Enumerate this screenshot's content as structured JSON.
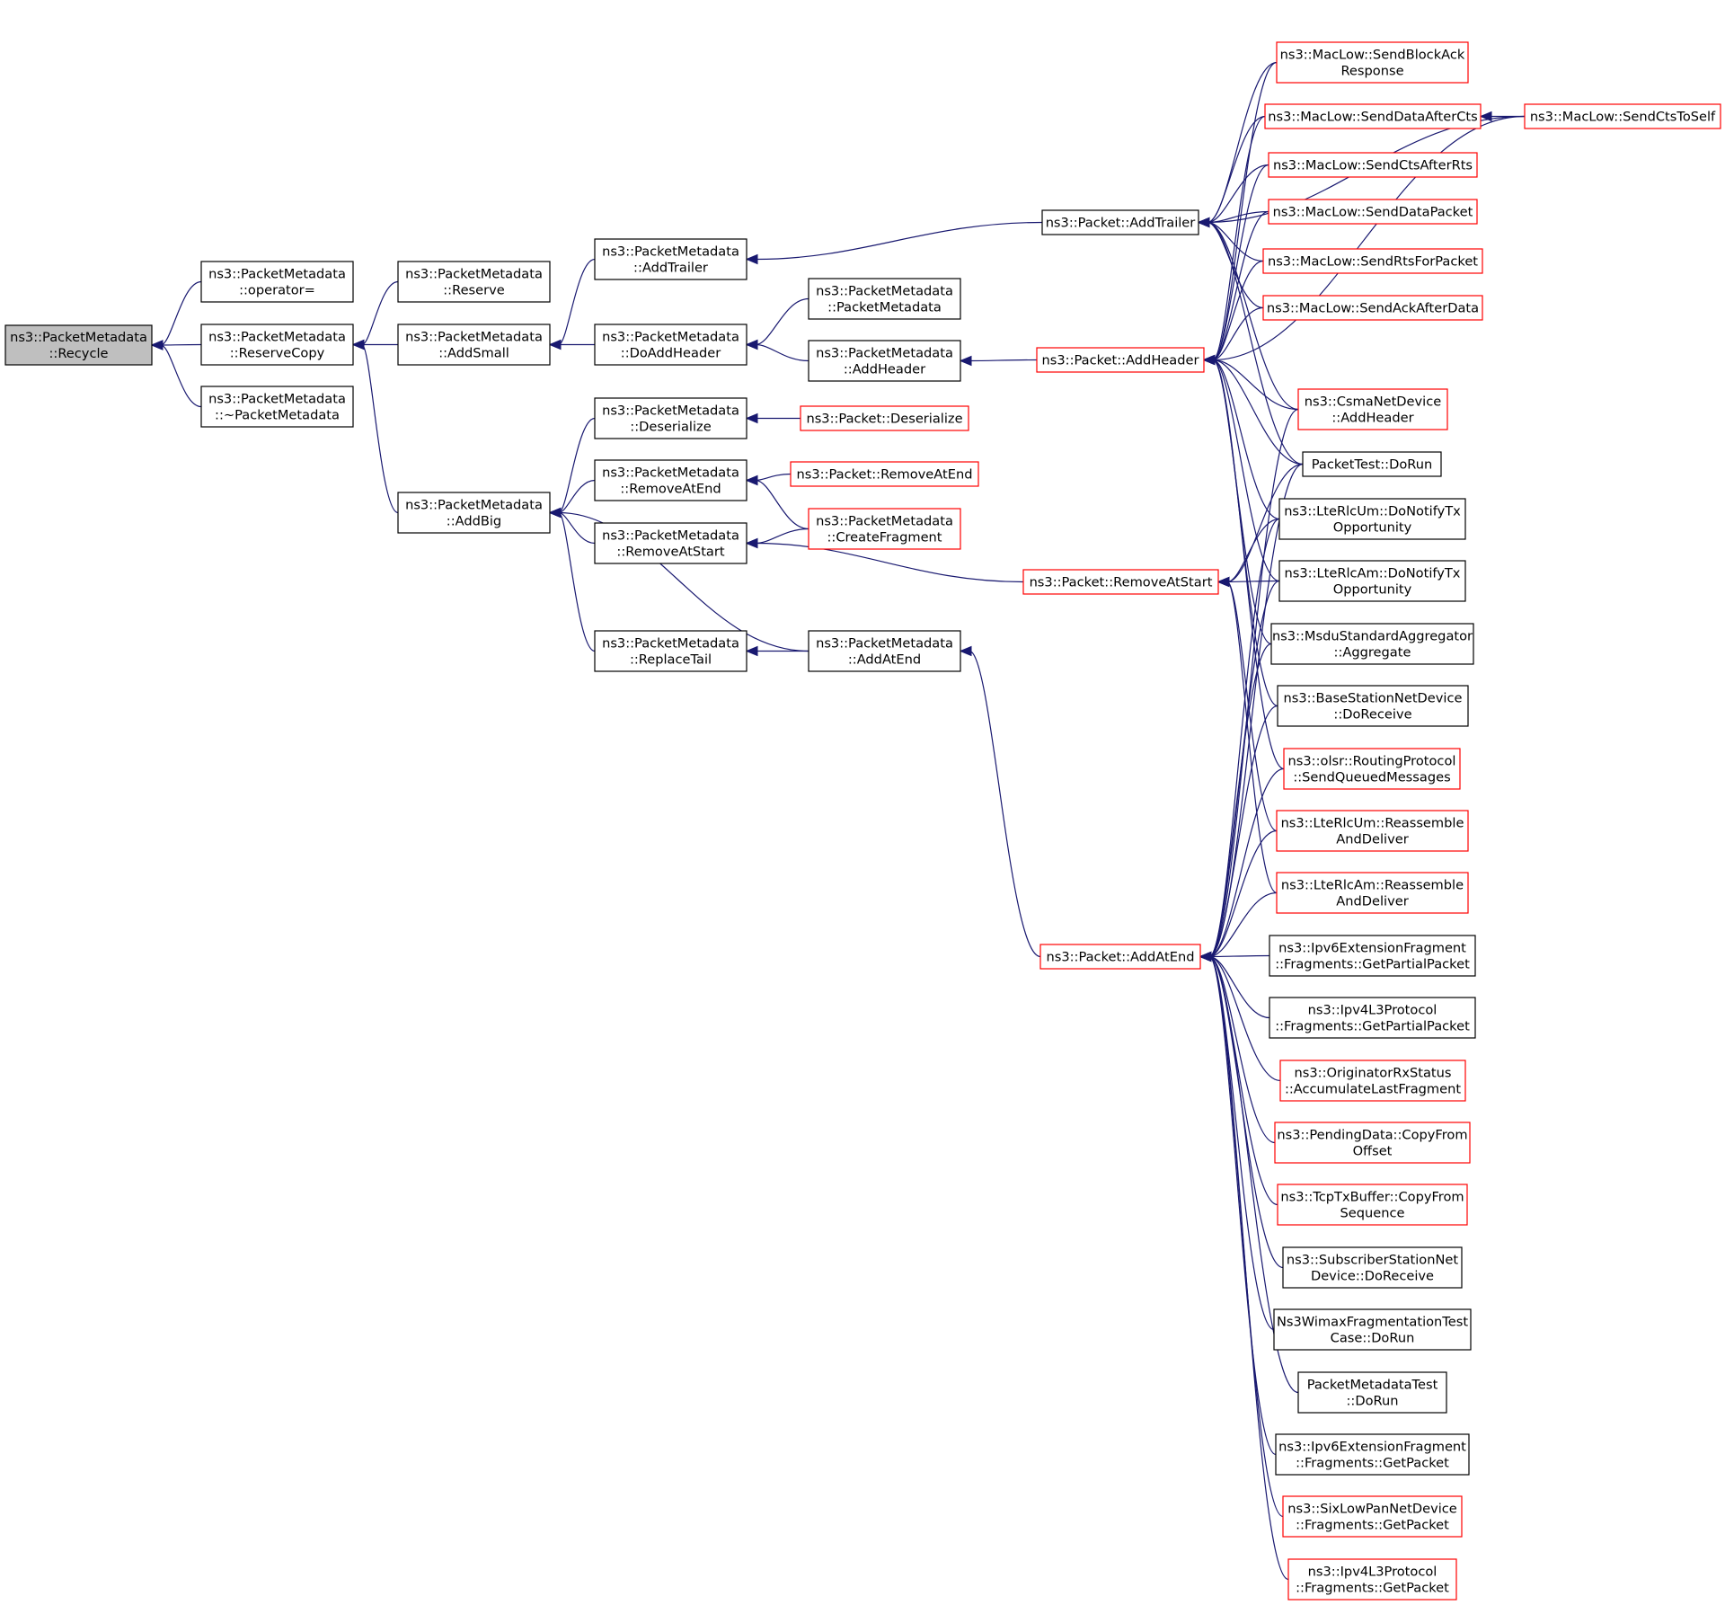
{
  "diagram": {
    "nodes": [
      {
        "id": "recycle",
        "lines": [
          "ns3::PacketMetadata",
          "::Recycle"
        ],
        "style": "root"
      },
      {
        "id": "operator_eq",
        "lines": [
          "ns3::PacketMetadata",
          "::operator="
        ],
        "style": "black"
      },
      {
        "id": "reserve_copy",
        "lines": [
          "ns3::PacketMetadata",
          "::ReserveCopy"
        ],
        "style": "black"
      },
      {
        "id": "destructor",
        "lines": [
          "ns3::PacketMetadata",
          "::~PacketMetadata"
        ],
        "style": "black"
      },
      {
        "id": "reserve",
        "lines": [
          "ns3::PacketMetadata",
          "::Reserve"
        ],
        "style": "black"
      },
      {
        "id": "add_small",
        "lines": [
          "ns3::PacketMetadata",
          "::AddSmall"
        ],
        "style": "black"
      },
      {
        "id": "add_big",
        "lines": [
          "ns3::PacketMetadata",
          "::AddBig"
        ],
        "style": "black"
      },
      {
        "id": "pm_add_trailer",
        "lines": [
          "ns3::PacketMetadata",
          "::AddTrailer"
        ],
        "style": "black"
      },
      {
        "id": "pm_do_add_header",
        "lines": [
          "ns3::PacketMetadata",
          "::DoAddHeader"
        ],
        "style": "black"
      },
      {
        "id": "pm_deserialize",
        "lines": [
          "ns3::PacketMetadata",
          "::Deserialize"
        ],
        "style": "black"
      },
      {
        "id": "pm_remove_at_end",
        "lines": [
          "ns3::PacketMetadata",
          "::RemoveAtEnd"
        ],
        "style": "black"
      },
      {
        "id": "pm_remove_at_start",
        "lines": [
          "ns3::PacketMetadata",
          "::RemoveAtStart"
        ],
        "style": "black"
      },
      {
        "id": "pm_replace_tail",
        "lines": [
          "ns3::PacketMetadata",
          "::ReplaceTail"
        ],
        "style": "black"
      },
      {
        "id": "pm_ctor",
        "lines": [
          "ns3::PacketMetadata",
          "::PacketMetadata"
        ],
        "style": "black"
      },
      {
        "id": "pm_add_header",
        "lines": [
          "ns3::PacketMetadata",
          "::AddHeader"
        ],
        "style": "black"
      },
      {
        "id": "p_deserialize",
        "lines": [
          "ns3::Packet::Deserialize"
        ],
        "style": "red"
      },
      {
        "id": "p_remove_at_end",
        "lines": [
          "ns3::Packet::RemoveAtEnd"
        ],
        "style": "red"
      },
      {
        "id": "pm_create_fragment",
        "lines": [
          "ns3::PacketMetadata",
          "::CreateFragment"
        ],
        "style": "red"
      },
      {
        "id": "pm_add_at_end",
        "lines": [
          "ns3::PacketMetadata",
          "::AddAtEnd"
        ],
        "style": "black"
      },
      {
        "id": "p_add_trailer",
        "lines": [
          "ns3::Packet::AddTrailer"
        ],
        "style": "black"
      },
      {
        "id": "p_add_header",
        "lines": [
          "ns3::Packet::AddHeader"
        ],
        "style": "red"
      },
      {
        "id": "p_remove_at_start",
        "lines": [
          "ns3::Packet::RemoveAtStart"
        ],
        "style": "red"
      },
      {
        "id": "p_add_at_end",
        "lines": [
          "ns3::Packet::AddAtEnd"
        ],
        "style": "red"
      },
      {
        "id": "mac_block_ack",
        "lines": [
          "ns3::MacLow::SendBlockAck",
          "Response"
        ],
        "style": "red"
      },
      {
        "id": "mac_data_after_cts",
        "lines": [
          "ns3::MacLow::SendDataAfterCts"
        ],
        "style": "red"
      },
      {
        "id": "mac_cts_after_rts",
        "lines": [
          "ns3::MacLow::SendCtsAfterRts"
        ],
        "style": "red"
      },
      {
        "id": "mac_data_packet",
        "lines": [
          "ns3::MacLow::SendDataPacket"
        ],
        "style": "red"
      },
      {
        "id": "mac_rts_for_packet",
        "lines": [
          "ns3::MacLow::SendRtsForPacket"
        ],
        "style": "red"
      },
      {
        "id": "mac_ack_after_data",
        "lines": [
          "ns3::MacLow::SendAckAfterData"
        ],
        "style": "red"
      },
      {
        "id": "mac_cts_to_self",
        "lines": [
          "ns3::MacLow::SendCtsToSelf"
        ],
        "style": "red"
      },
      {
        "id": "csma_add_header",
        "lines": [
          "ns3::CsmaNetDevice",
          "::AddHeader"
        ],
        "style": "red"
      },
      {
        "id": "packet_test",
        "lines": [
          "PacketTest::DoRun"
        ],
        "style": "black"
      },
      {
        "id": "lte_um_notify",
        "lines": [
          "ns3::LteRlcUm::DoNotifyTx",
          "Opportunity"
        ],
        "style": "black"
      },
      {
        "id": "lte_am_notify",
        "lines": [
          "ns3::LteRlcAm::DoNotifyTx",
          "Opportunity"
        ],
        "style": "black"
      },
      {
        "id": "msdu_aggregate",
        "lines": [
          "ns3::MsduStandardAggregator",
          "::Aggregate"
        ],
        "style": "black"
      },
      {
        "id": "bs_do_receive",
        "lines": [
          "ns3::BaseStationNetDevice",
          "::DoReceive"
        ],
        "style": "black"
      },
      {
        "id": "olsr_queued",
        "lines": [
          "ns3::olsr::RoutingProtocol",
          "::SendQueuedMessages"
        ],
        "style": "red"
      },
      {
        "id": "lte_um_reassemble",
        "lines": [
          "ns3::LteRlcUm::Reassemble",
          "AndDeliver"
        ],
        "style": "red"
      },
      {
        "id": "lte_am_reassemble",
        "lines": [
          "ns3::LteRlcAm::Reassemble",
          "AndDeliver"
        ],
        "style": "red"
      },
      {
        "id": "ipv6_partial",
        "lines": [
          "ns3::Ipv6ExtensionFragment",
          "::Fragments::GetPartialPacket"
        ],
        "style": "black"
      },
      {
        "id": "ipv4_partial",
        "lines": [
          "ns3::Ipv4L3Protocol",
          "::Fragments::GetPartialPacket"
        ],
        "style": "black"
      },
      {
        "id": "originator_rx",
        "lines": [
          "ns3::OriginatorRxStatus",
          "::AccumulateLastFragment"
        ],
        "style": "red"
      },
      {
        "id": "pending_copy",
        "lines": [
          "ns3::PendingData::CopyFrom",
          "Offset"
        ],
        "style": "red"
      },
      {
        "id": "tcp_tx_copy",
        "lines": [
          "ns3::TcpTxBuffer::CopyFrom",
          "Sequence"
        ],
        "style": "red"
      },
      {
        "id": "ss_do_receive",
        "lines": [
          "ns3::SubscriberStationNet",
          "Device::DoReceive"
        ],
        "style": "black"
      },
      {
        "id": "wimax_frag_test",
        "lines": [
          "Ns3WimaxFragmentationTest",
          "Case::DoRun"
        ],
        "style": "black"
      },
      {
        "id": "pm_test",
        "lines": [
          "PacketMetadataTest",
          "::DoRun"
        ],
        "style": "black"
      },
      {
        "id": "ipv6_get_packet",
        "lines": [
          "ns3::Ipv6ExtensionFragment",
          "::Fragments::GetPacket"
        ],
        "style": "black"
      },
      {
        "id": "sixlowpan_get",
        "lines": [
          "ns3::SixLowPanNetDevice",
          "::Fragments::GetPacket"
        ],
        "style": "red"
      },
      {
        "id": "ipv4_get_packet",
        "lines": [
          "ns3::Ipv4L3Protocol",
          "::Fragments::GetPacket"
        ],
        "style": "red"
      }
    ],
    "edges": [
      [
        "operator_eq",
        "recycle"
      ],
      [
        "reserve_copy",
        "recycle"
      ],
      [
        "destructor",
        "recycle"
      ],
      [
        "reserve",
        "reserve_copy"
      ],
      [
        "add_small",
        "reserve_copy"
      ],
      [
        "add_big",
        "reserve_copy"
      ],
      [
        "pm_add_trailer",
        "add_small"
      ],
      [
        "pm_do_add_header",
        "add_small"
      ],
      [
        "pm_deserialize",
        "add_big"
      ],
      [
        "pm_remove_at_end",
        "add_big"
      ],
      [
        "pm_remove_at_start",
        "add_big"
      ],
      [
        "pm_replace_tail",
        "add_big"
      ],
      [
        "pm_add_at_end",
        "add_big"
      ],
      [
        "pm_ctor",
        "pm_do_add_header"
      ],
      [
        "pm_add_header",
        "pm_do_add_header"
      ],
      [
        "p_deserialize",
        "pm_deserialize"
      ],
      [
        "p_remove_at_end",
        "pm_remove_at_end"
      ],
      [
        "pm_create_fragment",
        "pm_remove_at_end"
      ],
      [
        "pm_create_fragment",
        "pm_remove_at_start"
      ],
      [
        "p_remove_at_start",
        "pm_remove_at_start"
      ],
      [
        "pm_add_at_end",
        "pm_replace_tail"
      ],
      [
        "p_add_trailer",
        "pm_add_trailer"
      ],
      [
        "p_add_header",
        "pm_add_header"
      ],
      [
        "p_add_at_end",
        "pm_add_at_end"
      ],
      [
        "mac_block_ack",
        "p_add_trailer"
      ],
      [
        "mac_data_after_cts",
        "p_add_trailer"
      ],
      [
        "mac_cts_after_rts",
        "p_add_trailer"
      ],
      [
        "mac_data_packet",
        "p_add_trailer"
      ],
      [
        "mac_rts_for_packet",
        "p_add_trailer"
      ],
      [
        "mac_ack_after_data",
        "p_add_trailer"
      ],
      [
        "mac_cts_to_self",
        "p_add_trailer"
      ],
      [
        "csma_add_header",
        "p_add_trailer"
      ],
      [
        "packet_test",
        "p_add_trailer"
      ],
      [
        "mac_block_ack",
        "p_add_header"
      ],
      [
        "mac_data_after_cts",
        "p_add_header"
      ],
      [
        "mac_cts_after_rts",
        "p_add_header"
      ],
      [
        "mac_data_packet",
        "p_add_header"
      ],
      [
        "mac_rts_for_packet",
        "p_add_header"
      ],
      [
        "mac_ack_after_data",
        "p_add_header"
      ],
      [
        "mac_cts_to_self",
        "p_add_header"
      ],
      [
        "csma_add_header",
        "p_add_header"
      ],
      [
        "packet_test",
        "p_add_header"
      ],
      [
        "lte_um_notify",
        "p_add_header"
      ],
      [
        "lte_am_notify",
        "p_add_header"
      ],
      [
        "msdu_aggregate",
        "p_add_header"
      ],
      [
        "bs_do_receive",
        "p_add_header"
      ],
      [
        "olsr_queued",
        "p_add_header"
      ],
      [
        "mac_cts_to_self",
        "mac_data_after_cts"
      ],
      [
        "packet_test",
        "p_remove_at_start"
      ],
      [
        "lte_um_notify",
        "p_remove_at_start"
      ],
      [
        "lte_am_notify",
        "p_remove_at_start"
      ],
      [
        "lte_um_reassemble",
        "p_remove_at_start"
      ],
      [
        "lte_am_reassemble",
        "p_remove_at_start"
      ],
      [
        "csma_add_header",
        "p_add_at_end"
      ],
      [
        "packet_test",
        "p_add_at_end"
      ],
      [
        "lte_um_notify",
        "p_add_at_end"
      ],
      [
        "lte_am_notify",
        "p_add_at_end"
      ],
      [
        "msdu_aggregate",
        "p_add_at_end"
      ],
      [
        "bs_do_receive",
        "p_add_at_end"
      ],
      [
        "olsr_queued",
        "p_add_at_end"
      ],
      [
        "lte_um_reassemble",
        "p_add_at_end"
      ],
      [
        "lte_am_reassemble",
        "p_add_at_end"
      ],
      [
        "ipv6_partial",
        "p_add_at_end"
      ],
      [
        "ipv4_partial",
        "p_add_at_end"
      ],
      [
        "originator_rx",
        "p_add_at_end"
      ],
      [
        "pending_copy",
        "p_add_at_end"
      ],
      [
        "tcp_tx_copy",
        "p_add_at_end"
      ],
      [
        "ss_do_receive",
        "p_add_at_end"
      ],
      [
        "wimax_frag_test",
        "p_add_at_end"
      ],
      [
        "pm_test",
        "p_add_at_end"
      ],
      [
        "ipv6_get_packet",
        "p_add_at_end"
      ],
      [
        "sixlowpan_get",
        "p_add_at_end"
      ],
      [
        "ipv4_get_packet",
        "p_add_at_end"
      ]
    ]
  }
}
